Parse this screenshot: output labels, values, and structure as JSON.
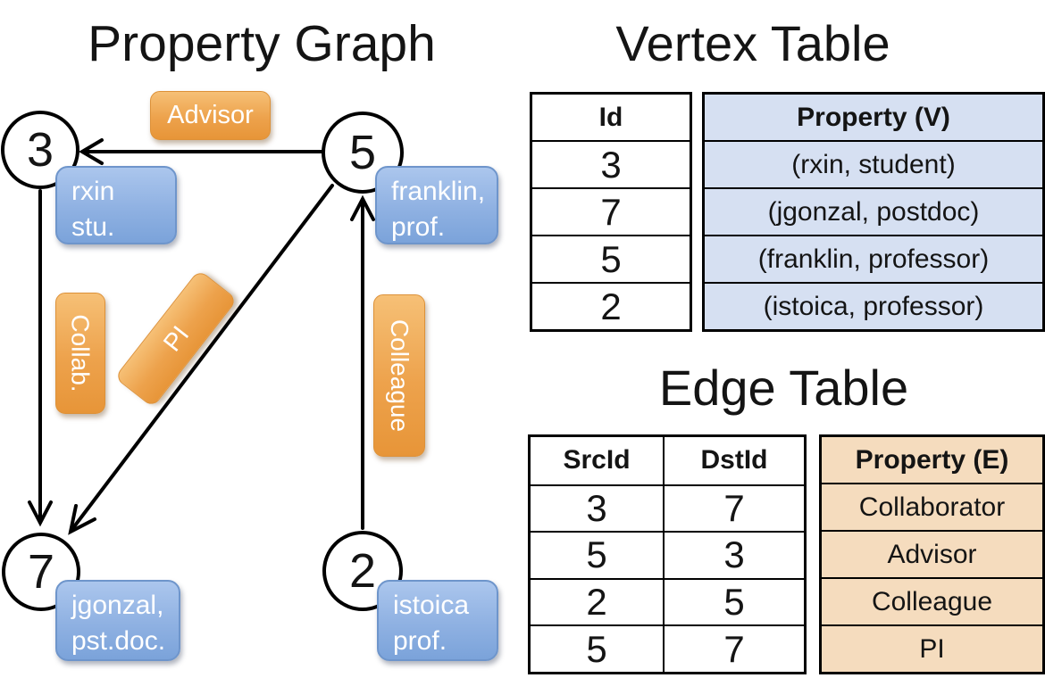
{
  "graph": {
    "title": "Property Graph",
    "nodes": [
      {
        "id": "3"
      },
      {
        "id": "5"
      },
      {
        "id": "7"
      },
      {
        "id": "2"
      }
    ],
    "property_boxes": [
      {
        "line1": "rxin",
        "line2": "stu."
      },
      {
        "line1": "franklin,",
        "line2": "prof."
      },
      {
        "line1": "jgonzal,",
        "line2": "pst.doc."
      },
      {
        "line1": "istoica",
        "line2": "prof."
      }
    ],
    "edge_labels": {
      "advisor": "Advisor",
      "collab": "Collab.",
      "pi": "PI",
      "colleague": "Colleague"
    }
  },
  "vertex_table": {
    "title": "Vertex Table",
    "columns": {
      "id": "Id",
      "property": "Property (V)"
    },
    "rows": [
      {
        "id": "3",
        "property": "(rxin, student)"
      },
      {
        "id": "7",
        "property": "(jgonzal, postdoc)"
      },
      {
        "id": "5",
        "property": "(franklin, professor)"
      },
      {
        "id": "2",
        "property": "(istoica, professor)"
      }
    ]
  },
  "edge_table": {
    "title": "Edge Table",
    "columns": {
      "src": "SrcId",
      "dst": "DstId",
      "property": "Property (E)"
    },
    "rows": [
      {
        "src": "3",
        "dst": "7",
        "property": "Collaborator"
      },
      {
        "src": "5",
        "dst": "3",
        "property": "Advisor"
      },
      {
        "src": "2",
        "dst": "5",
        "property": "Colleague"
      },
      {
        "src": "5",
        "dst": "7",
        "property": "PI"
      }
    ]
  },
  "colors": {
    "vertex_cell_fill": "#d6e0f2",
    "edge_cell_fill": "#f5dcbe",
    "vertex_box_blue": "#8fb1e2",
    "edge_label_orange": "#eda24c",
    "line_black": "#000000"
  }
}
